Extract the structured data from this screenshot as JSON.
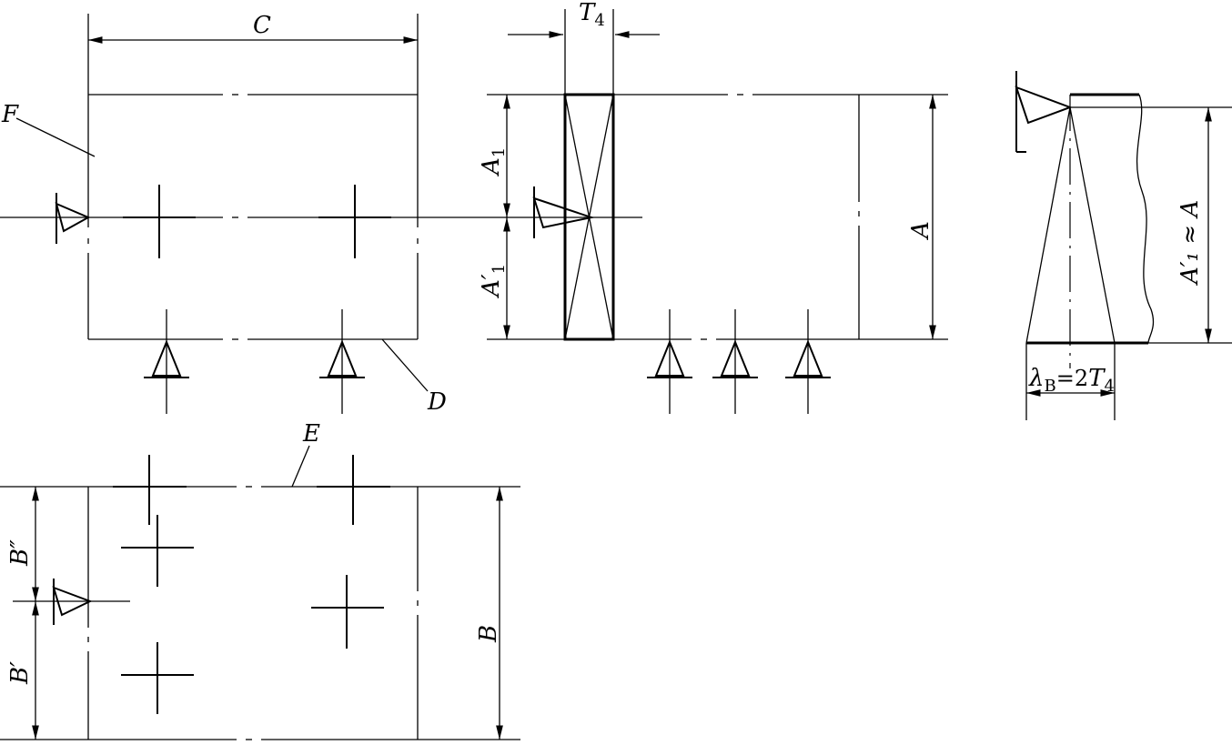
{
  "labels": {
    "C": "C",
    "F": "F",
    "D": "D",
    "E": "E",
    "T4_main": "T",
    "T4_sub": "4",
    "A1_main": "A",
    "A1_sub": "1",
    "A1p_main": "A′",
    "A1p_sub": "1",
    "A": "A",
    "A1_approx": "A′₁ ≈ A",
    "lambda_main": "λ",
    "lambda_sub": "B",
    "lambda_eq": "=2",
    "lambda_T": "T",
    "lambda_Tsub": "4",
    "B2": "B″",
    "B1": "B′",
    "B": "B"
  }
}
